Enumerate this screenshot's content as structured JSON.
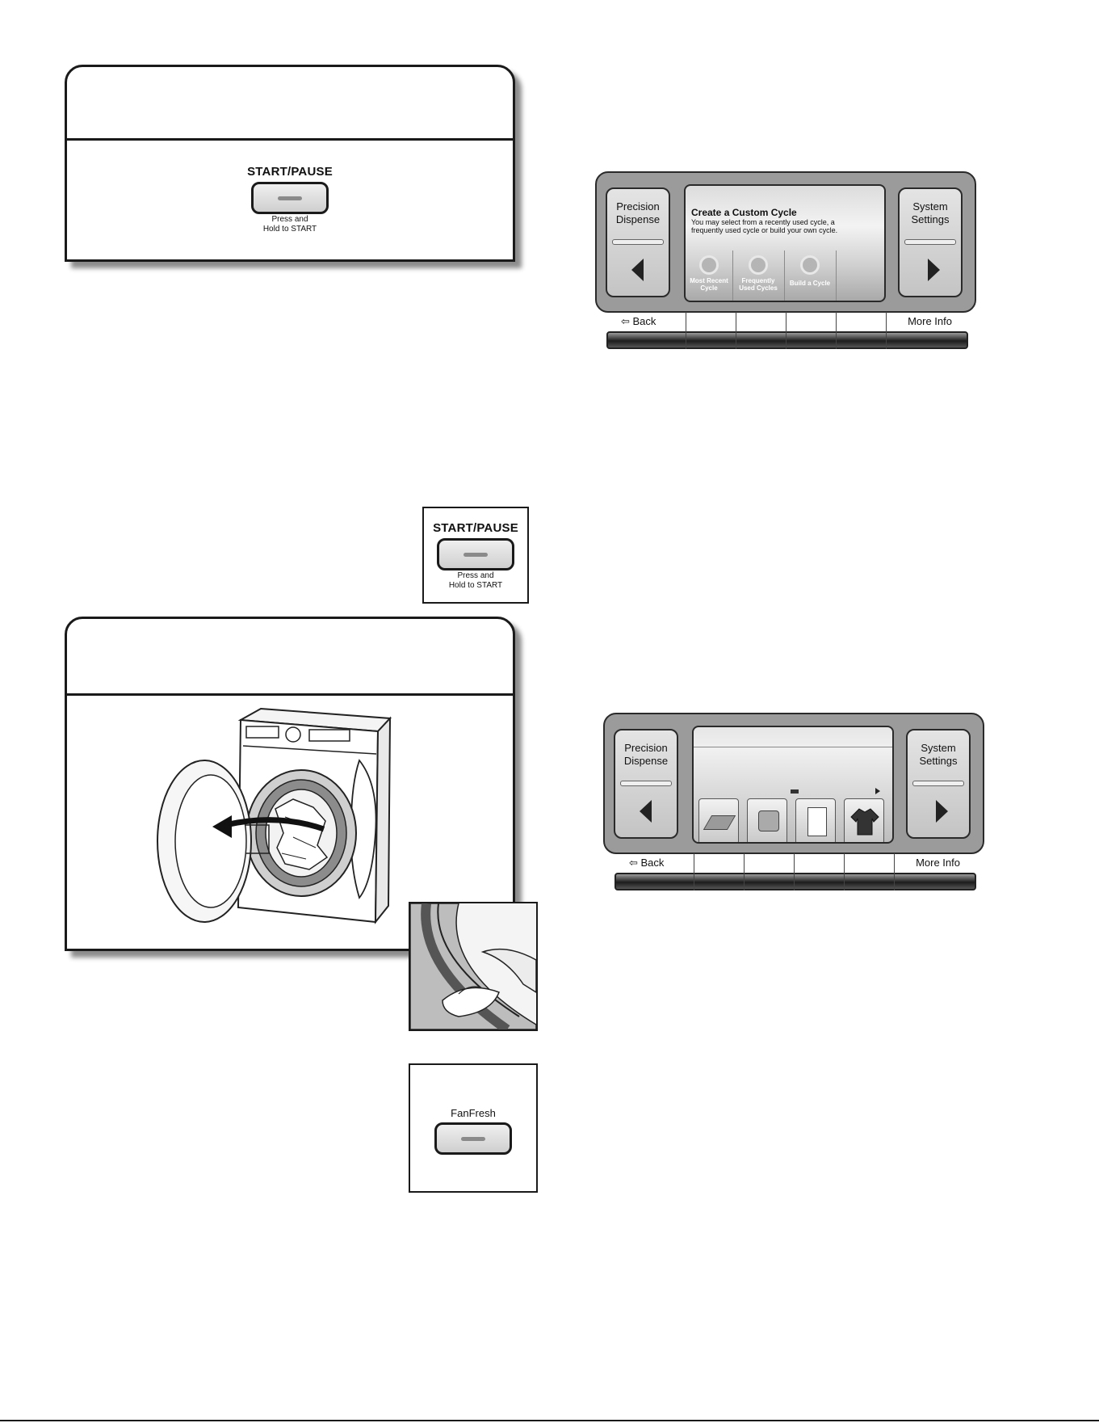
{
  "card1": {
    "button": {
      "title": "START/PAUSE",
      "sub1": "Press and",
      "sub2": "Hold to START"
    }
  },
  "box_start": {
    "title": "START/PAUSE",
    "sub1": "Press and",
    "sub2": "Hold to START"
  },
  "box_fanfresh": {
    "title": "FanFresh"
  },
  "console1": {
    "left_button": {
      "line1": "Precision",
      "line2": "Dispense"
    },
    "right_button": {
      "line1": "System",
      "line2": "Settings"
    },
    "screen": {
      "title": "Create a Custom Cycle",
      "description": "You may select from a recently used cycle, a frequently used cycle or build your own cycle.",
      "options": [
        {
          "line1": "Most Recent",
          "line2": "Cycle"
        },
        {
          "line1": "Frequently",
          "line2": "Used Cycles"
        },
        {
          "line1": "Build a Cycle",
          "line2": ""
        }
      ]
    },
    "nav": {
      "back": "Back",
      "more": "More Info"
    }
  },
  "console2": {
    "left_button": {
      "line1": "Precision",
      "line2": "Dispense"
    },
    "right_button": {
      "line1": "System",
      "line2": "Settings"
    },
    "nav": {
      "back": "Back",
      "more": "More Info"
    },
    "tiles": [
      "towels-icon",
      "bulky-item-icon",
      "sheet-icon",
      "shirt-icon"
    ]
  }
}
